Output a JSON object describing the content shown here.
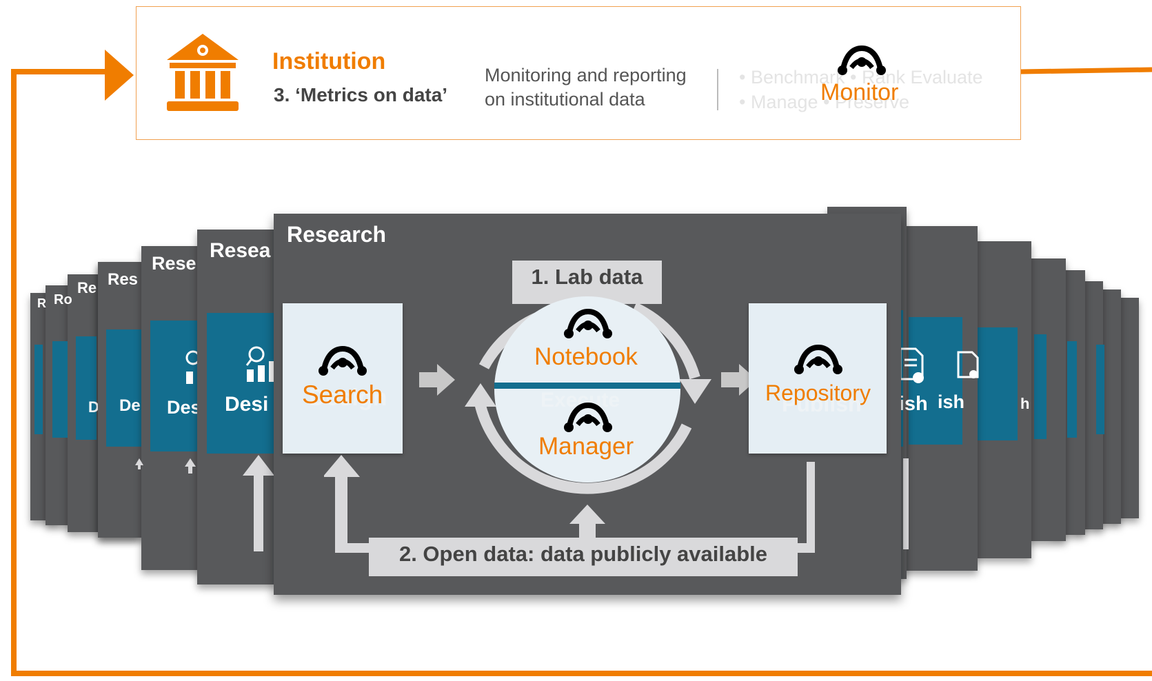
{
  "institution": {
    "title": "Institution",
    "subtitle": "3. ‘Metrics on data’",
    "description_line1": "Monitoring and reporting",
    "description_line2": "on institutional data",
    "faded_line1": "• Benchmark • Rank Evaluate",
    "faded_line2": "• Manage • Preserve",
    "tool_label": "Monitor"
  },
  "research": {
    "panel_title": "Research",
    "back_panel_titles": [
      "Resea",
      "Rese",
      "Res",
      "Re",
      "Ro",
      "R"
    ],
    "back_left_labels": [
      "Desi",
      "Des",
      "De",
      "D"
    ],
    "back_right_labels": [
      "blish",
      "ish",
      "h"
    ],
    "lab_data": "1. Lab data",
    "open_data": "2. Open data: data publicly available",
    "steps": {
      "design_ghost": "Design",
      "execute_ghost": "Execute",
      "publish_ghost": "Publish"
    },
    "tools": {
      "search": "Search",
      "notebook": "Notebook",
      "manager": "Manager",
      "repository": "Repository"
    }
  },
  "colors": {
    "accent_orange": "#f07d00",
    "panel_gray": "#58595b",
    "card_blue": "#136e8f"
  }
}
